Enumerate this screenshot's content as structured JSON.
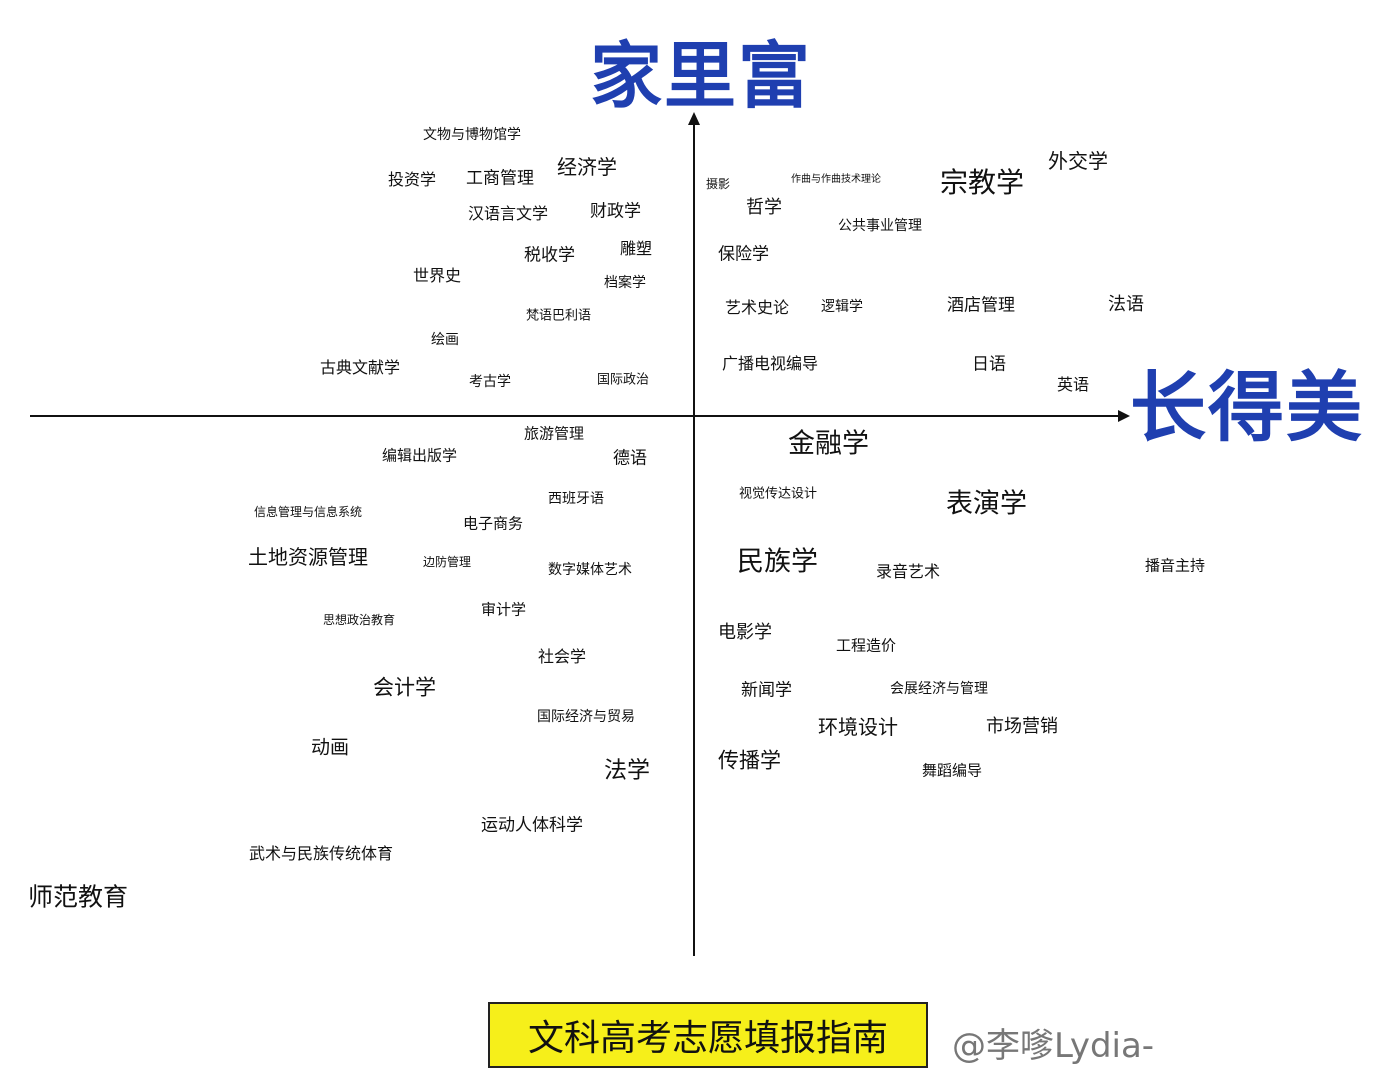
{
  "axes": {
    "y_axis_title": "家里富",
    "x_axis_title": "长得美"
  },
  "labels": [
    "文物与博物馆学",
    "投资学",
    "工商管理",
    "经济学",
    "汉语言文学",
    "财政学",
    "税收学",
    "雕塑",
    "世界史",
    "档案学",
    "梵语巴利语",
    "绘画",
    "古典文献学",
    "考古学",
    "国际政治",
    "摄影",
    "作曲与作曲技术理论",
    "宗教学",
    "外交学",
    "哲学",
    "公共事业管理",
    "保险学",
    "艺术史论",
    "逻辑学",
    "酒店管理",
    "法语",
    "广播电视编导",
    "日语",
    "英语",
    "旅游管理",
    "编辑出版学",
    "德语",
    "西班牙语",
    "信息管理与信息系统",
    "电子商务",
    "土地资源管理",
    "边防管理",
    "数字媒体艺术",
    "审计学",
    "思想政治教育",
    "社会学",
    "会计学",
    "国际经济与贸易",
    "动画",
    "法学",
    "运动人体科学",
    "武术与民族传统体育",
    "师范教育",
    "金融学",
    "视觉传达设计",
    "表演学",
    "民族学",
    "录音艺术",
    "播音主持",
    "电影学",
    "工程造价",
    "新闻学",
    "会展经济与管理",
    "环境设计",
    "市场营销",
    "传播学",
    "舞蹈编导"
  ],
  "footer": {
    "title": "文科高考志愿填报指南",
    "watermark": "@李嗲Lydia-"
  }
}
